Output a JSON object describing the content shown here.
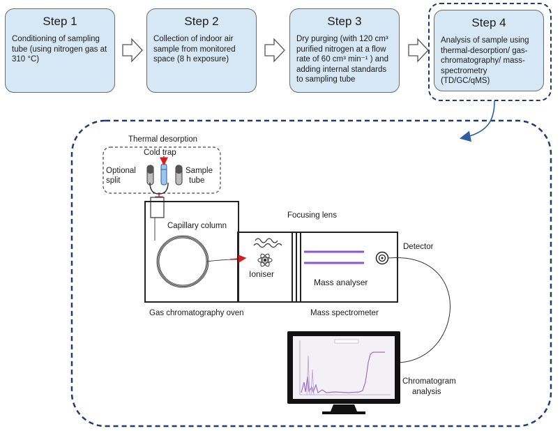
{
  "steps": [
    {
      "title": "Step 1",
      "text": "Conditioning of sampling tube (using nitrogen gas at 310 °C)"
    },
    {
      "title": "Step 2",
      "text": "Collection of indoor air sample from monitored space (8 h exposure)"
    },
    {
      "title": "Step 3",
      "text": "Dry purging (with 120 cm³ purified nitrogen at a flow rate of 60 cm³ min⁻¹ ) and adding internal standards to sampling tube"
    },
    {
      "title": "Step 4",
      "text": "Analysis of sample using thermal-desorption/ gas-chromatography/ mass-spectrometry (TD/GC/qMS)"
    }
  ],
  "diagram": {
    "thermal_desorption": "Thermal desorption",
    "cold_trap": "Cold trap",
    "optional": "Optional",
    "split": "split",
    "sample": "Sample",
    "tube": "tube",
    "focusing_lens": "Focusing lens",
    "capillary_column": "Capillary column",
    "detector": "Detector",
    "ioniser": "Ioniser",
    "mass_analyser": "Mass analyser",
    "gc_oven": "Gas chromatography oven",
    "mass_spectrometer": "Mass spectrometer",
    "chromatogram": "Chromatogram",
    "analysis": "analysis"
  },
  "colors": {
    "step_fill": "#d6e8f5",
    "dashed_border": "#1f3a6e",
    "arrow_red": "#d42020",
    "rod_purple": "#8a55d6",
    "monitor_screen": "#f3f0f6"
  },
  "icons": [
    "right-arrow-icon",
    "atom-icon",
    "detector-icon",
    "monitor-icon"
  ]
}
